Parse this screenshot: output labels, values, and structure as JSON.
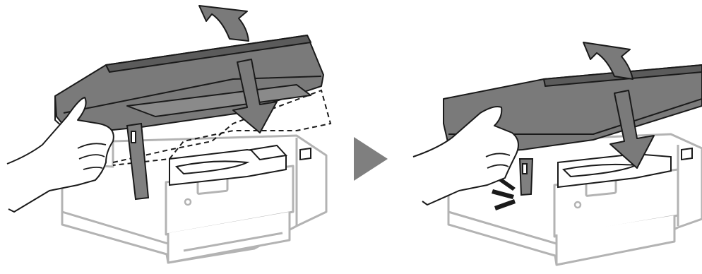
{
  "steps": [
    {
      "name": "step-open-scanner-unit",
      "lid_action": "lift",
      "support_lowered": false
    },
    {
      "name": "step-close-scanner-unit",
      "lid_action": "close",
      "support_lowered": true
    }
  ],
  "colors": {
    "outline": "#1a1a1a",
    "printer_body": "#b3b3b3",
    "lid_fill": "#7a7a7a",
    "lid_dark": "#5b5b5b",
    "skin": "#ffffff",
    "next_arrow": "#7f7f7f",
    "support_arm": "#808080"
  },
  "icons": [
    "up-curved-arrow-icon",
    "down-arrow-icon",
    "next-step-arrow-icon",
    "click-lines-icon"
  ]
}
